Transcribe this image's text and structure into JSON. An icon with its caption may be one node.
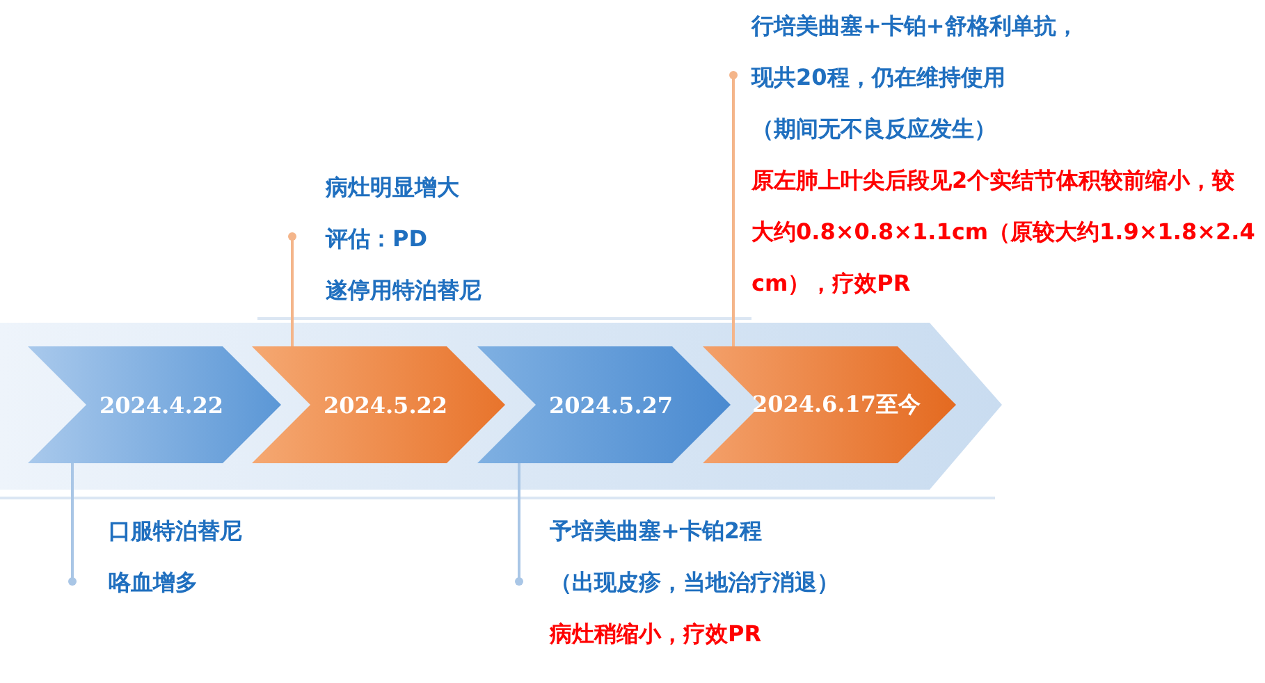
{
  "diagram": {
    "nodes": [
      {
        "text": [
          "病灶明显增大",
          "评估：PD",
          "遂停用特泊替尼"
        ]
      },
      {
        "text": [
          "行培美曲塞+卡铂+舒格利单抗，",
          "现共20程，仍在维持使用",
          "（期间无不良反应发生）",
          "原左肺上叶尖后段见2个实结节体积较前缩小，较大约0.8×0.8×1.1cm（原较大约1.9×1.8×2.4cm），疗效PR"
        ]
      },
      {
        "text": [
          "2024.4.22"
        ]
      },
      {
        "text": [
          "2024.5.22"
        ]
      },
      {
        "text": [
          "2024.5.27"
        ]
      },
      {
        "text": [
          "2024.6.17至今"
        ]
      },
      {
        "text": [
          "口服特泊替尼",
          "咯血增多"
        ]
      },
      {
        "text": [
          "予培美曲塞+卡铂2程",
          "（出现皮疹，当地治疗消退）",
          "病灶稍缩小，疗效PR"
        ]
      }
    ],
    "edges": [
      {
        "from": 0,
        "to": 3,
        "arrow": "other",
        "color": "#f4b58a"
      },
      {
        "from": 1,
        "to": 5,
        "arrow": "other",
        "color": "#f4b58a"
      },
      {
        "from": 6,
        "to": 2,
        "arrow": "other",
        "color": "#a9c6e6"
      },
      {
        "from": 7,
        "to": 4,
        "arrow": "other",
        "color": "#a9c6e6"
      }
    ]
  }
}
